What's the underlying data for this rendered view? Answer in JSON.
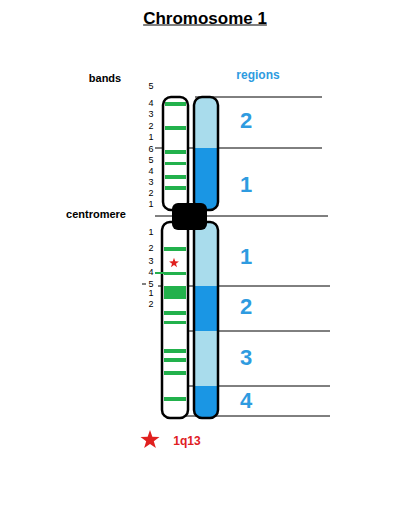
{
  "diagram": {
    "title": "Chromosome 1",
    "labels": [
      "bands",
      "5",
      "regions",
      "4",
      "3",
      "2",
      "1",
      "2",
      "6",
      "5",
      "4",
      "3",
      "2",
      "1",
      "1",
      "centromere",
      "1",
      "2",
      "3",
      "4",
      "5",
      "1",
      "2",
      "1",
      "2",
      "3",
      "4",
      "1q13"
    ]
  }
}
